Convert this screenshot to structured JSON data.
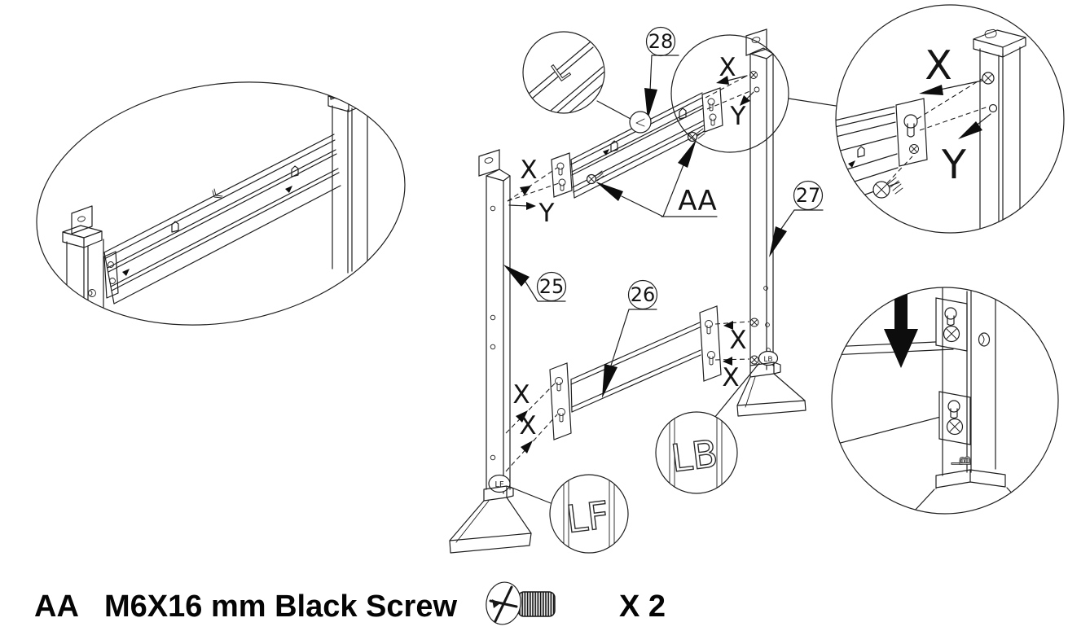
{
  "diagram": {
    "callouts": {
      "c25": "25",
      "c26": "26",
      "c27": "27",
      "c28": "28"
    },
    "view_labels": {
      "x": "X",
      "y": "Y"
    },
    "fastener_label": "AA",
    "stamps": {
      "rail": "L",
      "left_front": "LF",
      "left_back": "LB"
    }
  },
  "legend": {
    "code": "AA",
    "description": "M6X16 mm Black Screw",
    "quantity": "X 2",
    "icon": "phillips-screw-icon"
  },
  "colors": {
    "line": "#1f1f1f",
    "background": "#ffffff",
    "arrow_fill": "#0d0d0d"
  }
}
